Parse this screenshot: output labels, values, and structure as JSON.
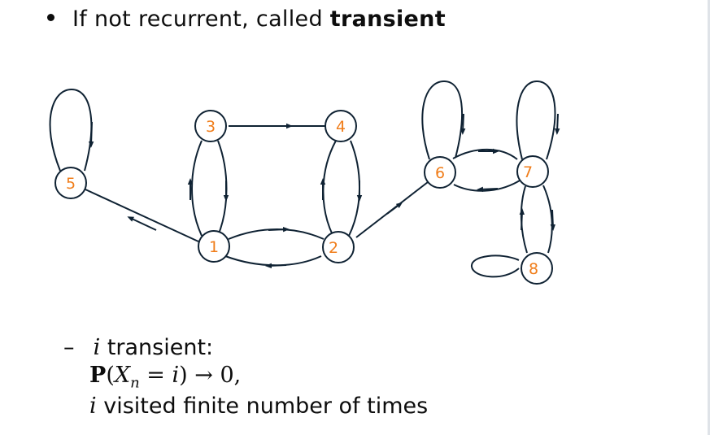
{
  "bullet": {
    "prefix": "If not recurrent, called ",
    "emph": "transient"
  },
  "diagram": {
    "nodes": [
      {
        "id": "5",
        "label": "5"
      },
      {
        "id": "3",
        "label": "3"
      },
      {
        "id": "4",
        "label": "4"
      },
      {
        "id": "1",
        "label": "1"
      },
      {
        "id": "2",
        "label": "2"
      },
      {
        "id": "6",
        "label": "6"
      },
      {
        "id": "7",
        "label": "7"
      },
      {
        "id": "8",
        "label": "8"
      }
    ],
    "edges": [
      [
        "5",
        "5"
      ],
      [
        "1",
        "5"
      ],
      [
        "3",
        "1"
      ],
      [
        "1",
        "3"
      ],
      [
        "3",
        "4"
      ],
      [
        "4",
        "2"
      ],
      [
        "2",
        "4"
      ],
      [
        "1",
        "2"
      ],
      [
        "2",
        "1"
      ],
      [
        "2",
        "6"
      ],
      [
        "6",
        "6"
      ],
      [
        "7",
        "7"
      ],
      [
        "6",
        "7"
      ],
      [
        "7",
        "6"
      ],
      [
        "7",
        "8"
      ],
      [
        "8",
        "7"
      ],
      [
        "8",
        "8"
      ]
    ],
    "node_label_color": "#f07d1a",
    "edge_color": "#0f2233"
  },
  "subbullet": {
    "dash": "–",
    "var": "i",
    "label": " transient:",
    "formula": {
      "bold_p": "P",
      "open": "(",
      "x": "X",
      "sub": "n",
      "eq": " = ",
      "i": "i",
      "close": ") → 0,"
    },
    "line3_var": "i",
    "line3_text": " visited finite number of times"
  }
}
